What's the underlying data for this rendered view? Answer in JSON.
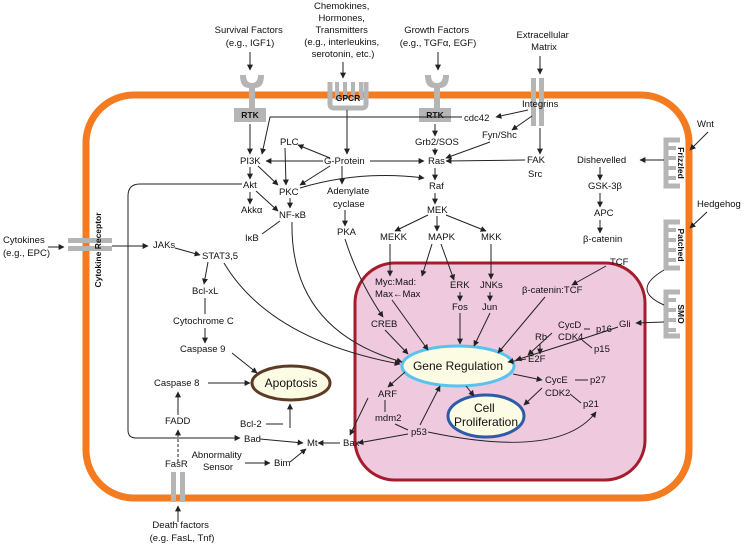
{
  "external": {
    "survival": [
      "Survival Factors",
      "(e.g., IGF1)"
    ],
    "chemokines": [
      "Chemokines,",
      "Hormones,",
      "Transmitters",
      "(e.g., interleukins,",
      "serotonin, etc.)"
    ],
    "growth": [
      "Growth Factors",
      "(e.g., TGFα, EGF)"
    ],
    "ecm": [
      "Extracellular",
      "Matrix"
    ],
    "wnt": "Wnt",
    "hedgehog": "Hedgehog",
    "cytokines": [
      "Cytokines",
      "(e.g., EPC)"
    ],
    "death": [
      "Death factors",
      "(e.g. FasL, Tnf)"
    ]
  },
  "receptors": {
    "rtk_left": "RTK",
    "gpcr": "GPCR",
    "rtk_right": "RTK",
    "integrins": "Integrins",
    "frizzled": "Frizzled",
    "patched": "Patched",
    "smo": "SMO",
    "cytokine_receptor": "Cytokine Receptor",
    "fasr": "FasR"
  },
  "nodes": {
    "cdc42": "cdc42",
    "fyn_shc": "Fyn/Shc",
    "fak": "FAK",
    "src": "Src",
    "grb2_sos": "Grb2/SOS",
    "ras": "Ras",
    "raf": "Raf",
    "mek": "MEK",
    "mekk": "MEKK",
    "mapk": "MAPK",
    "mkk": "MKK",
    "g_protein": "G-Protein",
    "plc": "PLC",
    "pi3k": "PI3K",
    "akt": "Akt",
    "akka": "Akkα",
    "pkc": "PKC",
    "nfkb": "NF-κB",
    "ikb": "IκB",
    "adenylate": [
      "Adenylate",
      "cyclase"
    ],
    "pka": "PKA",
    "jaks": "JAKs",
    "stat": "STAT3,5",
    "bclxl": "Bcl-xL",
    "cytc": "Cytochrome C",
    "casp9": "Caspase 9",
    "casp8": "Caspase 8",
    "fadd": "FADD",
    "bcl2": "Bcl-2",
    "bad": "Bad",
    "mt": "Mt",
    "bim": "Bim",
    "abnormality": [
      "Abnormality",
      "Sensor"
    ],
    "bax": "Bax",
    "dishevelled": "Dishevelled",
    "gsk": "GSK-3β",
    "apc": "APC",
    "bcatenin": "β-catenin",
    "tcf": "TCF",
    "gli": "Gli"
  },
  "nucleus": {
    "myc_mad": "Myc:Mad:",
    "max_max": "Max←Max",
    "erk": "ERK",
    "fos": "Fos",
    "jnks": "JNKs",
    "jun": "Jun",
    "creb": "CREB",
    "bcat_tcf": "β-catenin:TCF",
    "cycd": "CycD",
    "rb": "Rb",
    "cdk4": "CDK4",
    "p16": "p16",
    "p15": "p15",
    "e2f": "E2F",
    "cyce": "CycE",
    "p27": "p27",
    "cdk2": "CDK2",
    "p21": "p21",
    "arf": "ARF",
    "mdm2": "mdm2",
    "p53": "p53"
  },
  "central": {
    "gene_regulation": "Gene Regulation",
    "cell_proliferation": [
      "Cell",
      "Proliferation"
    ],
    "apoptosis": "Apoptosis"
  },
  "colors": {
    "membrane": "#f47b20",
    "nucleus_border": "#a51d2d",
    "nucleus_fill": "#efc9de",
    "gene_ring": "#58c3ee",
    "ellipse_fill": "#fcfbe3",
    "prolif_ring": "#2d5ba6",
    "apoptosis_ring": "#5c3a26",
    "receptor": "#b5b5b5"
  }
}
